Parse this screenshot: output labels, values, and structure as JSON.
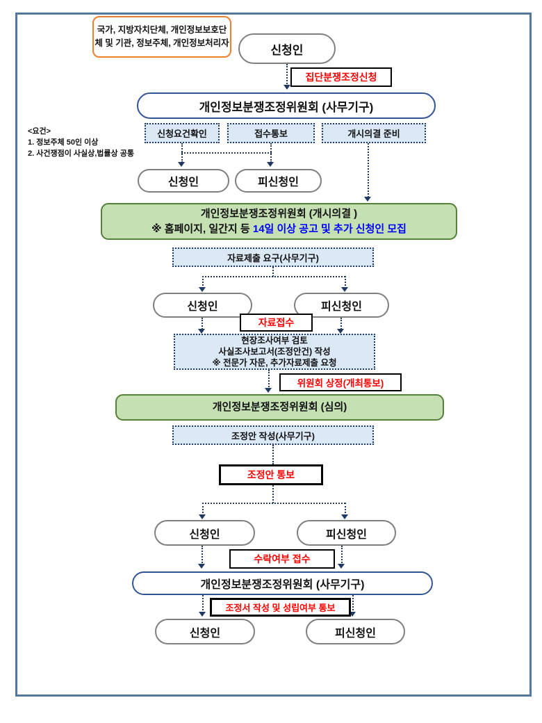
{
  "colors": {
    "outer_border": "#54789c",
    "flow_line": "#1f3864",
    "party_pill_border": "#7f7f7f",
    "committee_pill_border": "#2e5596",
    "green_fill": "#c5e0b3",
    "green_border": "#538135",
    "task_box_fill": "#dbe8f6",
    "source_note_border": "#ed7d31",
    "step_label_red": "#ff0000",
    "highlight_blue": "#0000ff"
  },
  "labels": {
    "applicant": "신청인",
    "respondent": "피신청인"
  },
  "source_note": {
    "lines": [
      "국가, 지방자치단체,",
      "개인정보보호단체 및 기관,",
      "정보주체, 개인정보처리자"
    ]
  },
  "requirements": {
    "title": "<요건>",
    "lines": [
      "1.   정보주체 50인 이상",
      "2.   사건쟁점이 사실상,법률상 공통"
    ]
  },
  "committee": {
    "office": "개인정보분쟁조정위원회 (사무기구)",
    "start_decision_line1": "개인정보분쟁조정위원회 (개시의결 )",
    "start_decision_line2_prefix": "※ 홈페이지, 일간지 등 ",
    "start_decision_line2_highlight": "14일 이상 공고 및 추가 신청인 모집",
    "review": "개인정보분쟁조정위원회 (심의)"
  },
  "tasks": {
    "check_requirements": "신청요건확인",
    "receipt_notice": "접수통보",
    "start_decision_prep": "개시의결 준비"
  },
  "process": {
    "request_materials": "자료제출 요구(사무기구)",
    "investigation_lines": [
      "현장조사여부 검토",
      "사실조사보고서(조정안건) 작성",
      "※ 전문가 자문, 추가자료제출 요청"
    ],
    "draft_plan": "조정안 작성(사무기구)"
  },
  "steps": {
    "group_mediation_apply": "집단분쟁조정신청",
    "materials_receive": "자료접수",
    "committee_submission": "위원회 상정(개최통보)",
    "draft_notice": "조정안 통보",
    "acceptance_receive": "수락여부 접수",
    "settlement_notice": "조정서 작성 및 성립여부 통보"
  }
}
